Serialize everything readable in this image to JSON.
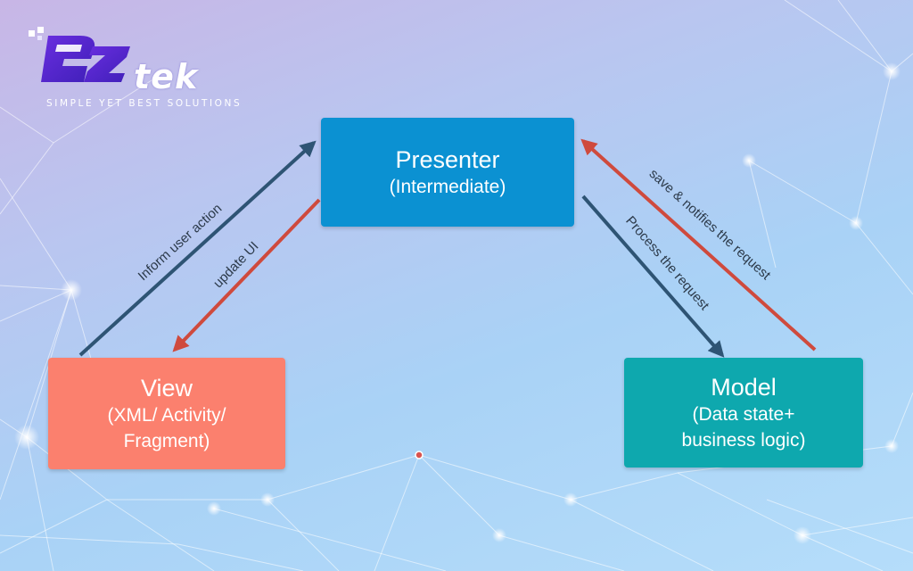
{
  "logo": {
    "mark": "EZ",
    "word": "tek",
    "tagline": "SIMPLE YET BEST SOLUTIONS"
  },
  "nodes": {
    "presenter": {
      "title": "Presenter",
      "sub": [
        "(Intermediate)"
      ],
      "color": "#0b91d2"
    },
    "view": {
      "title": "View",
      "sub": [
        "(XML/ Activity/",
        "Fragment)"
      ],
      "color": "#fb806e"
    },
    "model": {
      "title": "Model",
      "sub": [
        "(Data state+",
        "business logic)"
      ],
      "color": "#0ea8ae"
    }
  },
  "edges": {
    "inform": "Inform user action",
    "update": "update UI",
    "process": "Process the request",
    "save": "save & notifies the request"
  },
  "colors": {
    "dark_arrow": "#2e5474",
    "red_arrow": "#cf4a3d"
  }
}
